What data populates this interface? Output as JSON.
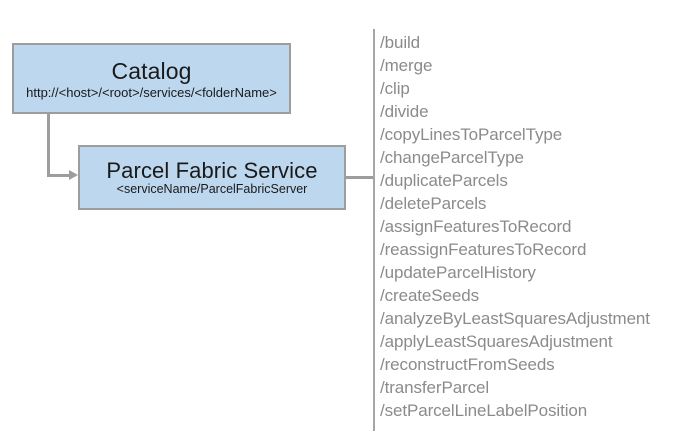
{
  "diagram": {
    "nodes": [
      {
        "id": "catalog",
        "title": "Catalog",
        "subtitle": "http://<host>/<root>/services/<folderName>",
        "fill_color": "#bdd7ee",
        "border_color": "#9d9d9d"
      },
      {
        "id": "parcel-fabric-service",
        "title": "Parcel Fabric Service",
        "subtitle": "<serviceName/ParcelFabricServer",
        "fill_color": "#bdd7ee",
        "border_color": "#9d9d9d"
      }
    ],
    "connectors": [
      {
        "id": "catalog-to-service",
        "from": "catalog",
        "to": "parcel-fabric-service",
        "style": "elbow-arrow",
        "color": "#9d9d9d"
      },
      {
        "id": "service-to-operations",
        "from": "parcel-fabric-service",
        "to": "operations",
        "style": "line",
        "color": "#9d9d9d"
      }
    ],
    "operations": {
      "text_color": "#8b8b8b",
      "divider_color": "#a6a6a6",
      "items": [
        "/build",
        "/merge",
        "/clip",
        "/divide",
        "/copyLinesToParcelType",
        "/changeParcelType",
        "/duplicateParcels",
        "/deleteParcels",
        "/assignFeaturesToRecord",
        "/reassignFeaturesToRecord",
        "/updateParcelHistory",
        "/createSeeds",
        "/analyzeByLeastSquaresAdjustment",
        "/applyLeastSquaresAdjustment",
        "/reconstructFromSeeds",
        "/transferParcel",
        "/setParcelLineLabelPosition"
      ]
    }
  }
}
